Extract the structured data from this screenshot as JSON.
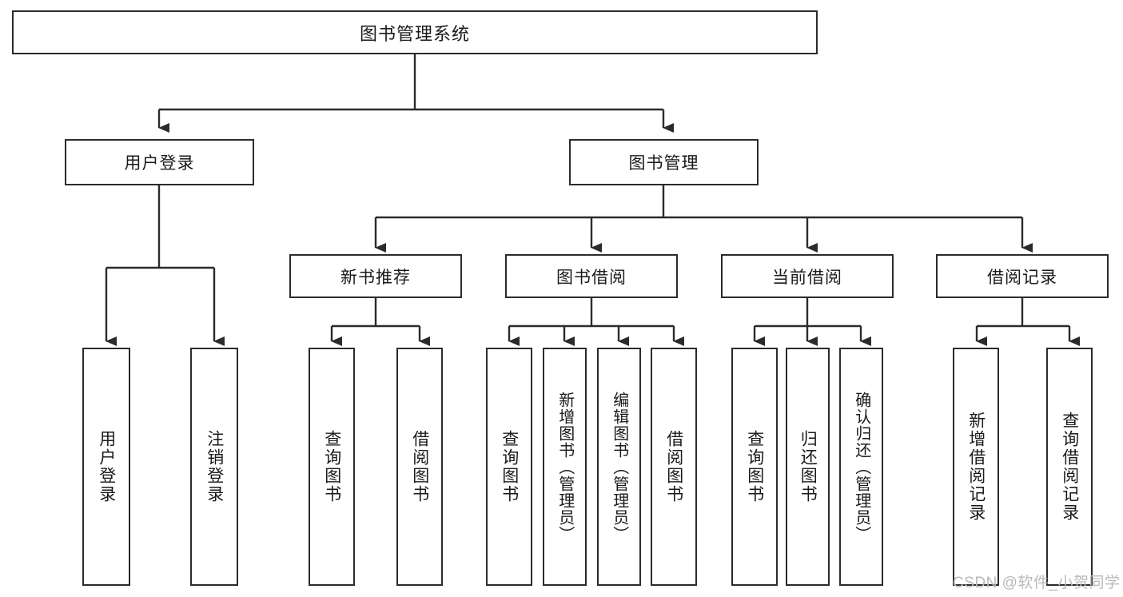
{
  "diagram": {
    "title": "图书管理系统",
    "root": {
      "label": "图书管理系统"
    },
    "level2": [
      {
        "label": "用户登录"
      },
      {
        "label": "图书管理"
      }
    ],
    "level3": [
      {
        "label": "新书推荐"
      },
      {
        "label": "图书借阅"
      },
      {
        "label": "当前借阅"
      },
      {
        "label": "借阅记录"
      }
    ],
    "leaves": [
      {
        "label": "用户登录",
        "parent": "用户登录"
      },
      {
        "label": "注销登录",
        "parent": "用户登录"
      },
      {
        "label": "查询图书",
        "parent": "新书推荐"
      },
      {
        "label": "借阅图书",
        "parent": "新书推荐"
      },
      {
        "label": "查询图书",
        "parent": "图书借阅"
      },
      {
        "label": "新增图书（管理员）",
        "parent": "图书借阅"
      },
      {
        "label": "编辑图书（管理员）",
        "parent": "图书借阅"
      },
      {
        "label": "借阅图书",
        "parent": "图书借阅"
      },
      {
        "label": "查询图书",
        "parent": "当前借阅"
      },
      {
        "label": "归还图书",
        "parent": "当前借阅"
      },
      {
        "label": "确认归还（管理员）",
        "parent": "当前借阅"
      },
      {
        "label": "新增借阅记录",
        "parent": "借阅记录"
      },
      {
        "label": "查询借阅记录",
        "parent": "借阅记录"
      }
    ]
  },
  "watermark": {
    "text": "CSDN @软件_小贺同学"
  },
  "colors": {
    "stroke": "#2b2b2b",
    "background": "#ffffff",
    "text": "#1a1a1a",
    "watermark": "#b9b9b9"
  }
}
